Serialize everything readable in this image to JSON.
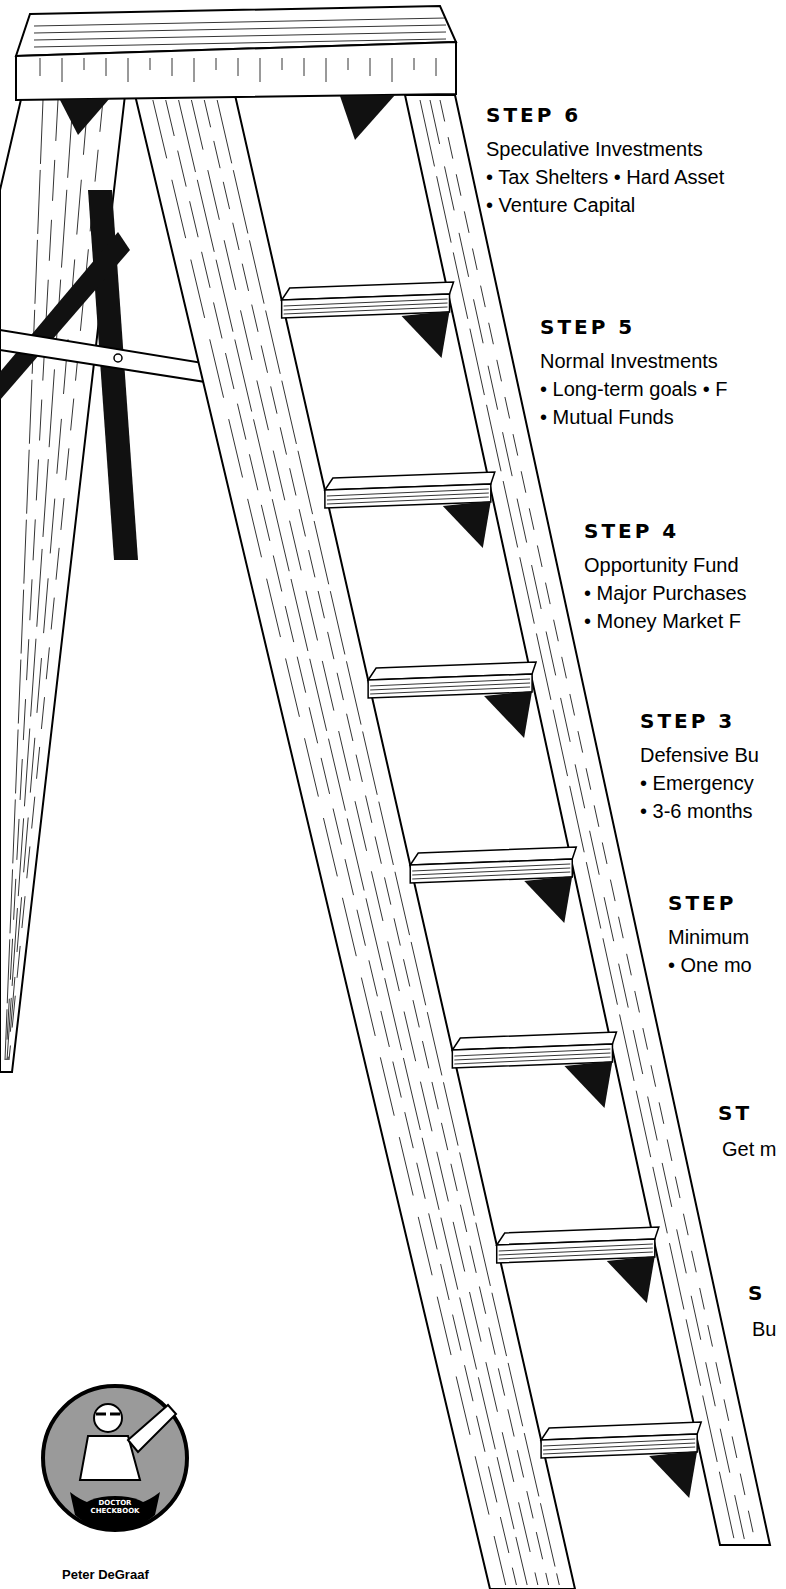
{
  "diagram": {
    "labels": [
      "STEP 6",
      "Speculative Investments",
      "• Tax Shelters • Hard Asset",
      "• Venture Capital",
      "STEP 5",
      "Normal Investments",
      "• Long-term goals • F",
      "• Mutual Funds",
      "STEP 4",
      "Opportunity Fund",
      "• Major Purchases",
      "• Money Market F",
      "STEP 3",
      "Defensive Bu",
      "• Emergency",
      "• 3-6 months",
      "STEP",
      "Minimum",
      "• One mo",
      "ST",
      "Get m",
      "S",
      "Bu",
      "DOCTOR CHECKBOOK",
      "Peter DeGraaf"
    ]
  }
}
